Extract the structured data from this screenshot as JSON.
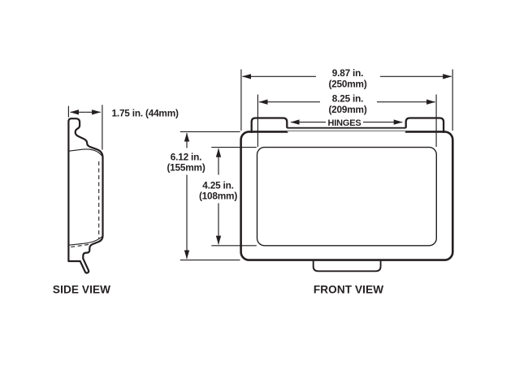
{
  "drawing": {
    "type": "technical-dimension-drawing",
    "side_view": {
      "label": "SIDE VIEW",
      "depth_dimension": "1.75 in. (44mm)"
    },
    "front_view": {
      "label": "FRONT VIEW",
      "hinges_label": "HINGES",
      "overall_width": {
        "in": "9.87 in.",
        "mm": "(250mm)"
      },
      "hinge_span_width": {
        "in": "8.25 in.",
        "mm": "(209mm)"
      },
      "overall_height": {
        "in": "6.12 in.",
        "mm": "(155mm)"
      },
      "inner_height": {
        "in": "4.25 in.",
        "mm": "(108mm)"
      }
    },
    "colors": {
      "line": "#231f20",
      "hinge_shadow": "#9a9a9a",
      "background": "#ffffff"
    }
  }
}
